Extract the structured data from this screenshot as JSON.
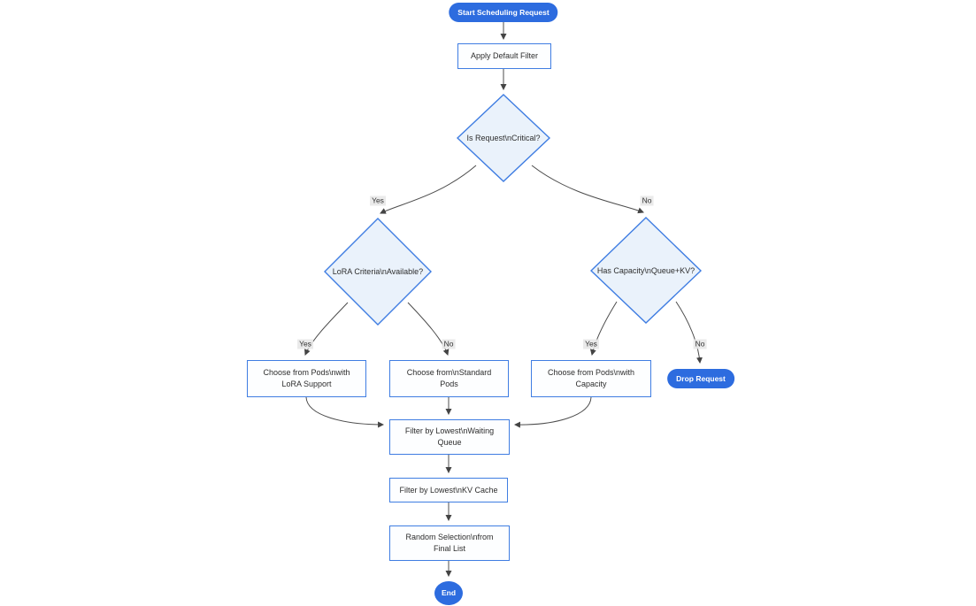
{
  "diagram": {
    "type": "flowchart",
    "direction": "top-down",
    "nodes": {
      "start": {
        "label": "Start Scheduling Request",
        "shape": "pill"
      },
      "apply_filter": {
        "label": "Apply Default Filter",
        "shape": "rect"
      },
      "is_critical": {
        "label": "Is Request\\nCritical?",
        "shape": "diamond"
      },
      "lora_criteria": {
        "label": "LoRA Criteria\\nAvailable?",
        "shape": "diamond"
      },
      "has_capacity": {
        "label": "Has Capacity\\nQueue+KV?",
        "shape": "diamond"
      },
      "choose_lora": {
        "label": "Choose from Pods\\nwith LoRA Support",
        "shape": "rect"
      },
      "choose_standard": {
        "label": "Choose from\\nStandard Pods",
        "shape": "rect"
      },
      "choose_capacity": {
        "label": "Choose from Pods\\nwith Capacity",
        "shape": "rect"
      },
      "drop_request": {
        "label": "Drop Request",
        "shape": "pill"
      },
      "filter_waiting": {
        "label": "Filter by Lowest\\nWaiting Queue",
        "shape": "rect"
      },
      "filter_kv": {
        "label": "Filter by Lowest\\nKV Cache",
        "shape": "rect"
      },
      "random_selection": {
        "label": "Random Selection\\nfrom Final List",
        "shape": "rect"
      },
      "end": {
        "label": "End",
        "shape": "circle"
      }
    },
    "edges": [
      {
        "from": "start",
        "to": "apply_filter"
      },
      {
        "from": "apply_filter",
        "to": "is_critical"
      },
      {
        "from": "is_critical",
        "to": "lora_criteria",
        "label": "Yes"
      },
      {
        "from": "is_critical",
        "to": "has_capacity",
        "label": "No"
      },
      {
        "from": "lora_criteria",
        "to": "choose_lora",
        "label": "Yes"
      },
      {
        "from": "lora_criteria",
        "to": "choose_standard",
        "label": "No"
      },
      {
        "from": "has_capacity",
        "to": "choose_capacity",
        "label": "Yes"
      },
      {
        "from": "has_capacity",
        "to": "drop_request",
        "label": "No"
      },
      {
        "from": "choose_lora",
        "to": "filter_waiting"
      },
      {
        "from": "choose_standard",
        "to": "filter_waiting"
      },
      {
        "from": "choose_capacity",
        "to": "filter_waiting"
      },
      {
        "from": "filter_waiting",
        "to": "filter_kv"
      },
      {
        "from": "filter_kv",
        "to": "random_selection"
      },
      {
        "from": "random_selection",
        "to": "end"
      }
    ],
    "colors": {
      "accent_fill": "#2d6cdf",
      "node_border": "#3f7de2",
      "diamond_fill": "#eaf2fb",
      "rect_fill": "#fdfeff",
      "edge": "#4c4c4c",
      "edge_label_bg": "#e8e8e8",
      "text": "#2d2d2d",
      "background": "#ffffff"
    }
  }
}
